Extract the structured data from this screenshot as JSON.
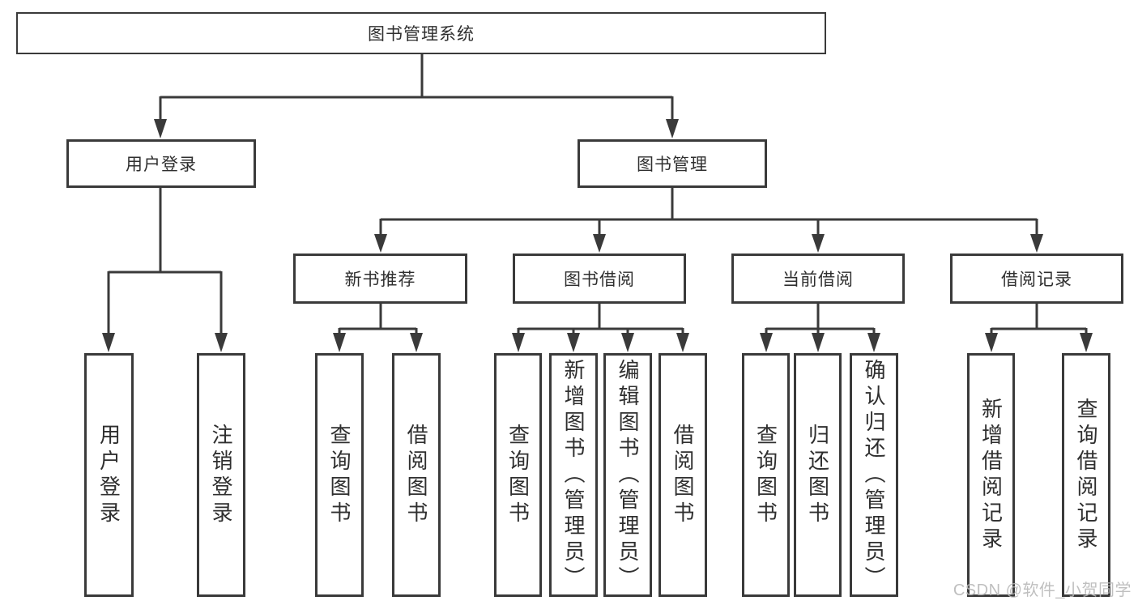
{
  "tree": {
    "root": {
      "label": "图书管理系统",
      "children": [
        {
          "label": "用户登录",
          "children": [
            {
              "label": "用户登录"
            },
            {
              "label": "注销登录"
            }
          ]
        },
        {
          "label": "图书管理",
          "children": [
            {
              "label": "新书推荐",
              "children": [
                {
                  "label": "查询图书"
                },
                {
                  "label": "借阅图书"
                }
              ]
            },
            {
              "label": "图书借阅",
              "children": [
                {
                  "label": "查询图书"
                },
                {
                  "label": "新增图书（管理员）"
                },
                {
                  "label": "编辑图书（管理员）"
                },
                {
                  "label": "借阅图书"
                }
              ]
            },
            {
              "label": "当前借阅",
              "children": [
                {
                  "label": "查询图书"
                },
                {
                  "label": "归还图书"
                },
                {
                  "label": "确认归还（管理员）"
                }
              ]
            },
            {
              "label": "借阅记录",
              "children": [
                {
                  "label": "新增借阅记录"
                },
                {
                  "label": "查询借阅记录"
                }
              ]
            }
          ]
        }
      ]
    }
  },
  "watermark": "CSDN @软件_小贺同学",
  "colors": {
    "line": "#3a3a3a",
    "text": "#2f2f2f",
    "watermark": "#b9b9b9",
    "background": "#ffffff"
  }
}
